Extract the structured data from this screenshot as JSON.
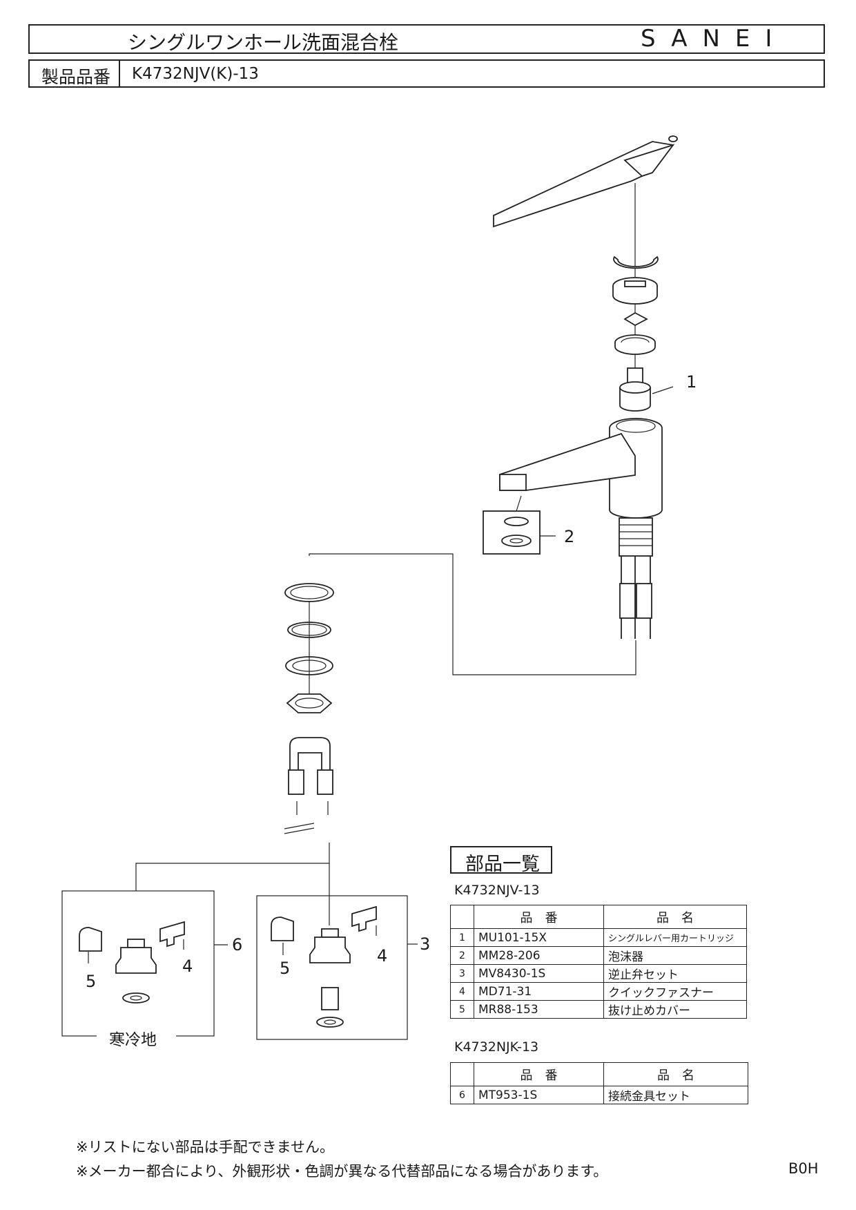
{
  "header": {
    "title": "シングルワンホール洗面混合栓",
    "brand": "SANEI",
    "product_no_label": "製品品番",
    "product_no": "K4732NJV(K)-13"
  },
  "callouts": {
    "c1": "1",
    "c2": "2",
    "c3": "3",
    "c4a": "4",
    "c5a": "5",
    "c6": "6",
    "c4b": "4",
    "c5b": "5",
    "cold_region": "寒冷地"
  },
  "parts_list": {
    "title": "部品一覧",
    "table1_model": "K4732NJV-13",
    "col_no": "",
    "col_part_no": "品　番",
    "col_part_name": "品　名",
    "table1_rows": [
      {
        "no": "1",
        "part_no": "MU101-15X",
        "name": "シングルレバー用カートリッジ"
      },
      {
        "no": "2",
        "part_no": "MM28-206",
        "name": "泡沫器"
      },
      {
        "no": "3",
        "part_no": "MV8430-1S",
        "name": "逆止弁セット"
      },
      {
        "no": "4",
        "part_no": "MD71-31",
        "name": "クイックファスナー"
      },
      {
        "no": "5",
        "part_no": "MR88-153",
        "name": "抜け止めカバー"
      }
    ],
    "table2_model": "K4732NJK-13",
    "table2_rows": [
      {
        "no": "6",
        "part_no": "MT953-1S",
        "name": "接続金具セット"
      }
    ]
  },
  "notes": {
    "n1": "※リストにない部品は手配できません。",
    "n2": "※メーカー都合により、外観形状・色調が異なる代替部品になる場合があります。",
    "code": "B0H"
  }
}
